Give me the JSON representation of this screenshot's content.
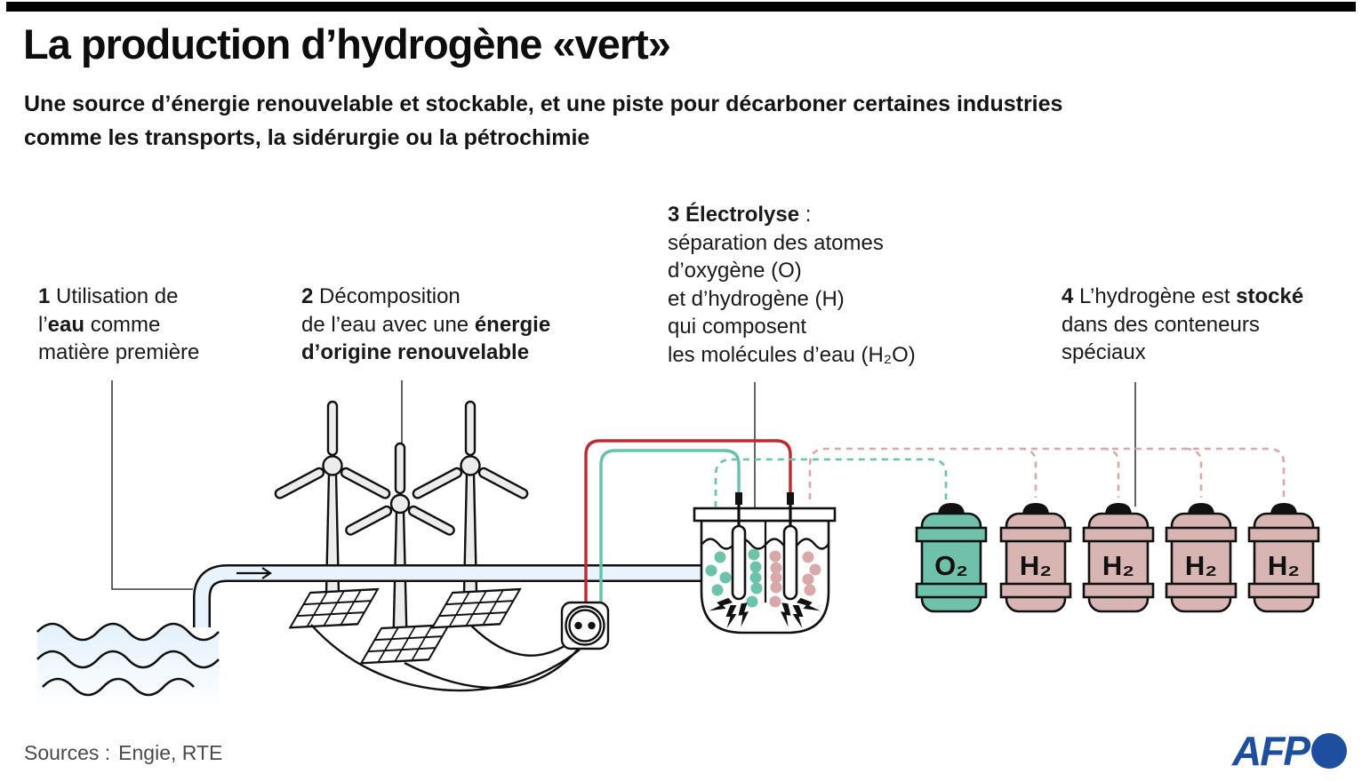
{
  "header": {
    "title": "La production d’hydrogène «vert»",
    "subtitle_line1": "Une source d’énergie renouvelable et stockable, et une piste pour décarboner certaines industries",
    "subtitle_line2": "comme les transports, la sidérurgie ou la pétrochimie"
  },
  "steps": [
    {
      "name": "step-1-water",
      "lines": [
        [
          {
            "t": "1",
            "b": true
          },
          {
            "t": " Utilisation de",
            "b": false
          }
        ],
        [
          {
            "t": "l’",
            "b": false
          },
          {
            "t": "eau",
            "b": true
          },
          {
            "t": " comme",
            "b": false
          }
        ],
        [
          {
            "t": "matière première",
            "b": false
          }
        ]
      ]
    },
    {
      "name": "step-2-renewable-energy",
      "lines": [
        [
          {
            "t": "2",
            "b": true
          },
          {
            "t": " Décomposition",
            "b": false
          }
        ],
        [
          {
            "t": "de l’eau avec une ",
            "b": false
          },
          {
            "t": "énergie",
            "b": true
          }
        ],
        [
          {
            "t": "d’origine renouvelable",
            "b": true
          }
        ]
      ]
    },
    {
      "name": "step-3-electrolysis",
      "lines": [
        [
          {
            "t": "3 Électrolyse",
            "b": true
          },
          {
            "t": " :",
            "b": false
          }
        ],
        [
          {
            "t": "séparation des atomes",
            "b": false
          }
        ],
        [
          {
            "t": "d’oxygène (O)",
            "b": false
          }
        ],
        [
          {
            "t": "et d’hydrogène (H)",
            "b": false
          }
        ],
        [
          {
            "t": "qui composent",
            "b": false
          }
        ],
        [
          {
            "t": "les molécules d’eau (H₂O)",
            "b": false
          }
        ]
      ]
    },
    {
      "name": "step-4-storage",
      "lines": [
        [
          {
            "t": "4",
            "b": true
          },
          {
            "t": " L’hydrogène est ",
            "b": false
          },
          {
            "t": "stocké",
            "b": true
          }
        ],
        [
          {
            "t": "dans des conteneurs",
            "b": false
          }
        ],
        [
          {
            "t": "spéciaux",
            "b": false
          }
        ]
      ]
    }
  ],
  "diagram": {
    "colors": {
      "electric_wire_red": "#c0272f",
      "electric_wire_green": "#68c2a9",
      "oxygen_dashed": "#68c2a9",
      "hydrogen_dashed": "#dba8a8",
      "oxygen_bubble": "#6cc2ab",
      "hydrogen_bubble": "#d9a8a8",
      "pipe_fill": "#e9f3fb",
      "water_fill": "#e3f0fa",
      "turbine_fill": "#ececec",
      "outline": "#111111"
    },
    "containers": [
      {
        "label": "O₂",
        "color": "#70c1ac",
        "gas": "oxygen"
      },
      {
        "label": "H₂",
        "color": "#d8b5b3",
        "gas": "hydrogen"
      },
      {
        "label": "H₂",
        "color": "#d8b5b3",
        "gas": "hydrogen"
      },
      {
        "label": "H₂",
        "color": "#d8b5b3",
        "gas": "hydrogen"
      },
      {
        "label": "H₂",
        "color": "#d8b5b3",
        "gas": "hydrogen"
      }
    ]
  },
  "footer": {
    "sources_label": "Sources :",
    "sources_value": "Engie, RTE",
    "logo_text": "AFP",
    "logo_color": "#1d4f9e"
  }
}
